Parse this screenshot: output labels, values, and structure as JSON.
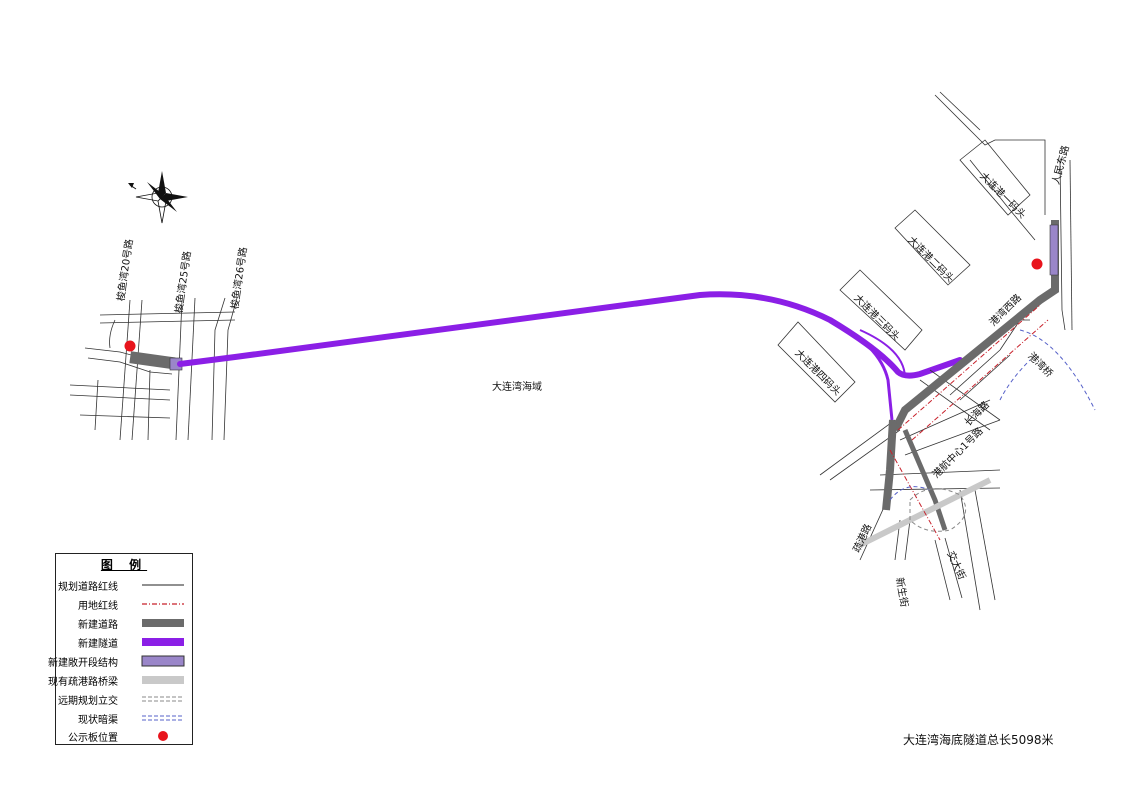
{
  "map": {
    "area_label": "大连湾海域",
    "roads": {
      "r20": "梭鱼湾20号路",
      "r25": "梭鱼湾25号路",
      "r26": "梭鱼湾26号路",
      "dock1": "大连港一码头",
      "dock2": "大连港二码头",
      "dock3": "大连港三码头",
      "dock4": "大连港四码头",
      "renmin": "人民东路",
      "gangwan_xi": "港湾西路",
      "gangwan_bridge": "港湾桥",
      "changhai": "长海路",
      "zhonghui": "港航中心1号路",
      "shugang": "疏港路",
      "jiaoda": "交大街",
      "xinsheng": "新生街"
    }
  },
  "legend": {
    "title": "图 例",
    "items": [
      {
        "label": "规划道路红线",
        "symbol": "thin-black-line"
      },
      {
        "label": "用地红线",
        "symbol": "red-dash-dot-line"
      },
      {
        "label": "新建道路",
        "symbol": "gray-thick-bar"
      },
      {
        "label": "新建隧道",
        "symbol": "purple-thick-bar"
      },
      {
        "label": "新建敞开段结构",
        "symbol": "lavender-box"
      },
      {
        "label": "现有疏港路桥梁",
        "symbol": "light-gray-bar"
      },
      {
        "label": "远期规划立交",
        "symbol": "gray-double-dash"
      },
      {
        "label": "现状暗渠",
        "symbol": "blue-double-dash"
      },
      {
        "label": "公示板位置",
        "symbol": "red-dot"
      }
    ]
  },
  "colors": {
    "tunnel": "#8b1fe6",
    "new_road": "#6b6b6b",
    "open_section": "#9a86c9",
    "notice_board": "#e8141c",
    "culvert": "#5560c8"
  },
  "note": "大连湾海底隧道总长5098米"
}
